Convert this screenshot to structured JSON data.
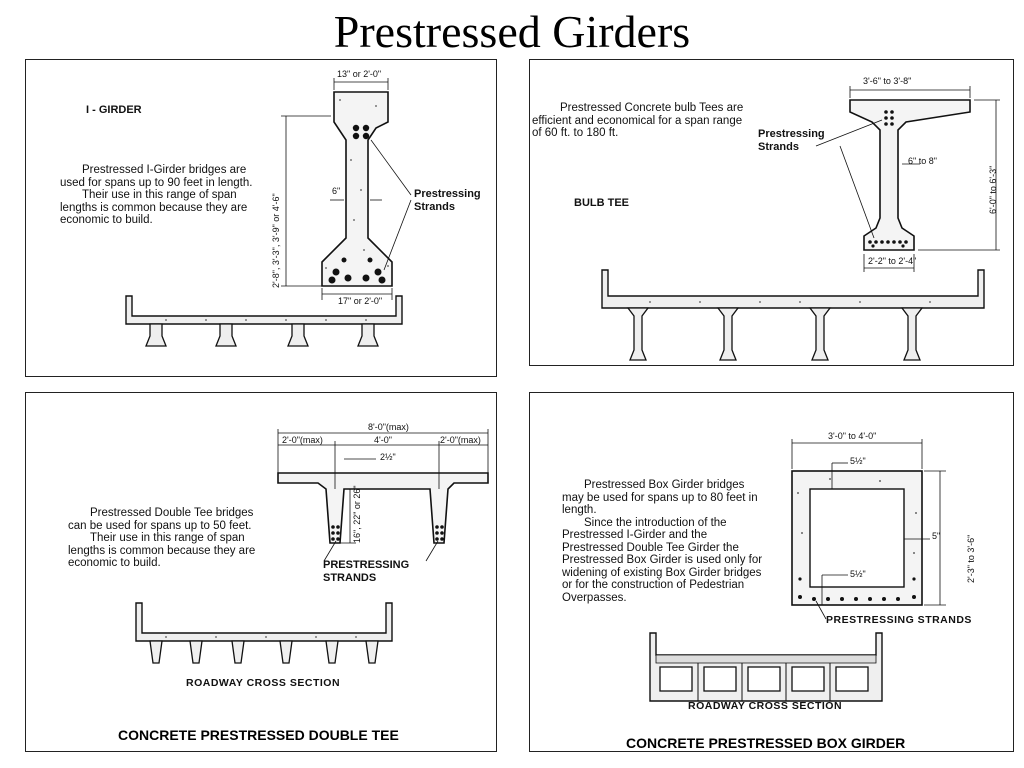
{
  "page_title": "Prestressed Girders",
  "i_girder": {
    "label": "I - GIRDER",
    "desc1": "Prestressed I-Girder bridges are used for spans up to 90 feet in length.",
    "desc2": "Their use in this range of span lengths is common because they are economic to build.",
    "top_width": "13\" or 2'-0\"",
    "web": "6\"",
    "height": "2'-8\", 3'-3\", 3'-9\" or 4'-6\"",
    "bottom_width": "17\" or 2'-0\"",
    "strands": "Prestressing Strands"
  },
  "bulb_tee": {
    "label": "BULB TEE",
    "desc": "Prestressed Concrete bulb Tees are efficient and economical for a span range of 60 ft. to 180 ft.",
    "top_width": "3'-6\" to 3'-8\"",
    "web": "6\" to 8\"",
    "height": "6'-0\" to 6'-3\"",
    "bottom_width": "2'-2\" to 2'-4\"",
    "strands": "Prestressing Strands"
  },
  "double_tee": {
    "desc1": "Prestressed Double Tee bridges can be used for spans up to 50 feet.",
    "desc2": "Their use in this range of span lengths is common because they are economic to build.",
    "overall": "8'-0\"(max)",
    "left": "2'-0\"(max)",
    "middle": "4'-0\"",
    "right": "2'-0\"(max)",
    "flange": "2½\"",
    "depth": "16\", 22\" or 26\"",
    "strands": "PRESTRESSING STRANDS",
    "section": "ROADWAY CROSS SECTION",
    "caption": "CONCRETE PRESTRESSED DOUBLE TEE"
  },
  "box_girder": {
    "desc1": "Prestressed Box Girder bridges may be used for spans up to 80 feet in length.",
    "desc2": "Since the introduction of the Prestressed I-Girder and the Prestressed Double Tee Girder the Prestressed Box Girder is used only for widening of existing Box Girder bridges or for the construction of Pedestrian Overpasses.",
    "width": "3'-0\" to 4'-0\"",
    "top_slab": "5½\"",
    "wall": "5\"",
    "bottom_slab": "5½\"",
    "height": "2'-3\" to 3'-6\"",
    "strands": "PRESTRESSING STRANDS",
    "section": "ROADWAY CROSS SECTION",
    "caption": "CONCRETE PRESTRESSED BOX GIRDER"
  }
}
